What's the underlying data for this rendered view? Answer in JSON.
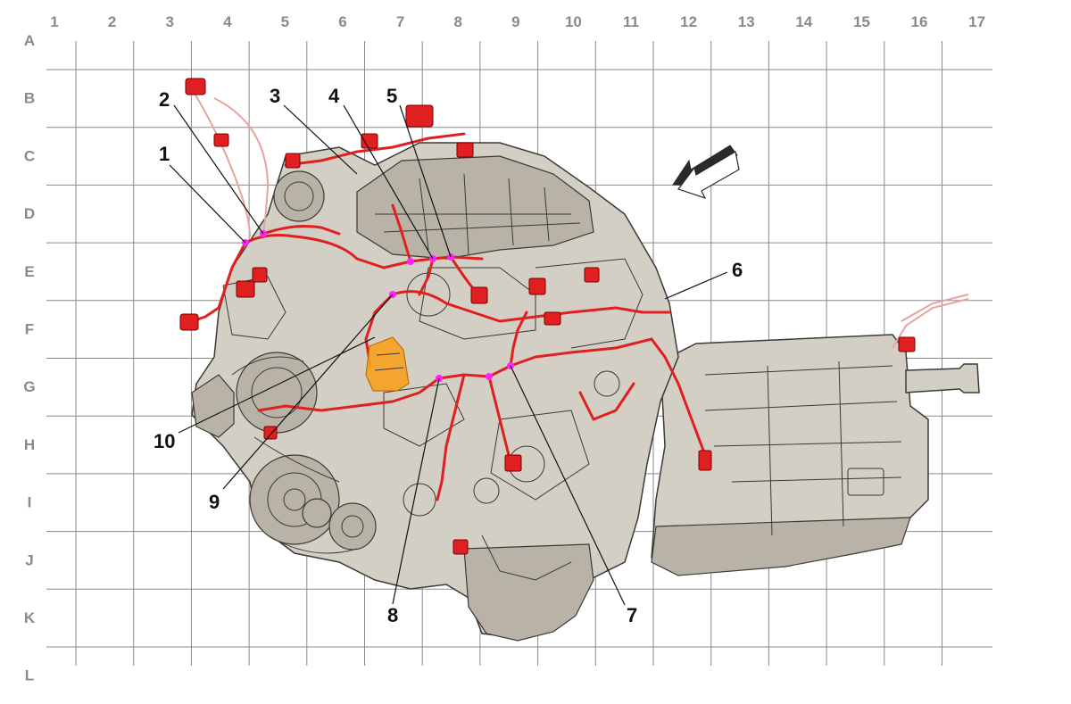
{
  "grid": {
    "columns": [
      "1",
      "2",
      "3",
      "4",
      "5",
      "6",
      "7",
      "8",
      "9",
      "10",
      "11",
      "12",
      "13",
      "14",
      "15",
      "16",
      "17"
    ],
    "rows": [
      "A",
      "B",
      "C",
      "D",
      "E",
      "F",
      "G",
      "H",
      "I",
      "J",
      "K",
      "L"
    ]
  },
  "callouts": [
    {
      "label": "1"
    },
    {
      "label": "2"
    },
    {
      "label": "3"
    },
    {
      "label": "4"
    },
    {
      "label": "5"
    },
    {
      "label": "6"
    },
    {
      "label": "7"
    },
    {
      "label": "8"
    },
    {
      "label": "9"
    },
    {
      "label": "10"
    }
  ],
  "colors": {
    "harness": "#e02020",
    "connection_point": "#ff22ff",
    "highlighted_component": "#f6a223",
    "grid": "#8a8a8a"
  },
  "icons": {
    "direction_arrow": "front-direction-arrow-icon"
  }
}
